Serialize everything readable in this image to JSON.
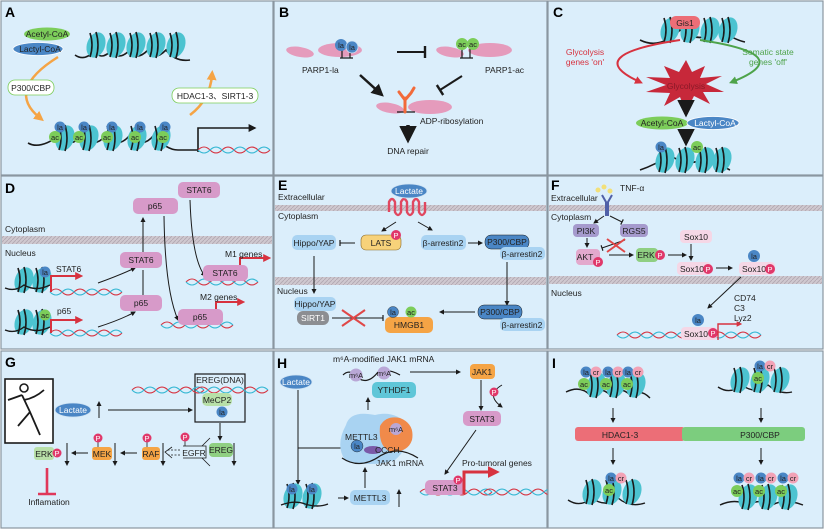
{
  "colors": {
    "panel_bg": "#dbeefb",
    "panel_border": "#8a96a0",
    "histone": "#4cc3d0",
    "dna_line": "#1a1a1a",
    "la_mark": "#4a86c5",
    "ac_mark": "#7ccd5a",
    "cr_mark": "#f2a2b6",
    "pink_protein": "#d79ac9",
    "orange_arrow": "#f5a445",
    "red_arrow": "#d7323f",
    "green_arrow": "#4ea34a",
    "phospho": "#e0386a",
    "membrane": "#c8c2c8",
    "hdac_bar": "#ec6e77",
    "p300_bar": "#7ccd7e"
  },
  "panels": {
    "A": {
      "label": "A",
      "acetyl_coa": "Acetyl-CoA",
      "lactyl_coa": "Lactyl-CoA",
      "writer": "P300/CBP",
      "erasers": "HDAC1-3、SIRT1-3",
      "mark_la": "la",
      "mark_ac": "ac"
    },
    "B": {
      "label": "B",
      "parp_la": "PARP1-la",
      "parp_ac": "PARP1-ac",
      "adp": "ADP-ribosylation",
      "repair": "DNA repair",
      "mark_la": "la",
      "mark_ac": "ac"
    },
    "C": {
      "label": "C",
      "gis1": "Gis1",
      "on_text_1": "Glycolysis",
      "on_text_2": "genes 'on'",
      "off_text_1": "Somatic state",
      "off_text_2": "genes 'off'",
      "glycolysis": "Glycolysis",
      "acetyl_coa": "Acetyl-CoA",
      "lactyl_coa": "Lactyl-CoA",
      "mark_la": "la",
      "mark_ac": "ac"
    },
    "D": {
      "label": "D",
      "cytoplasm": "Cytoplasm",
      "nucleus": "Nucleus",
      "stat6": "STAT6",
      "p65": "p65",
      "m1_genes": "M1 genes",
      "m2_genes": "M2 genes",
      "mark_la": "la",
      "mark_ac": "ac"
    },
    "E": {
      "label": "E",
      "extracellular": "Extracellular",
      "cytoplasm": "Cytoplasm",
      "nucleus": "Nucleus",
      "lactate": "Lactate",
      "lats": "LATS",
      "hippo_yap": "Hippo/YAP",
      "barrestin2": "β-arrestin2",
      "p300": "P300/CBP",
      "sirt1": "SIRT1",
      "hmgb1": "HMGB1",
      "p": "P",
      "mark_la": "la",
      "mark_ac": "ac"
    },
    "F": {
      "label": "F",
      "tnf": "TNF-α",
      "extracellular": "Extracellular",
      "cytoplasm": "Cytoplasm",
      "nucleus": "Nucleus",
      "pi3k": "PI3K",
      "rgs5": "RGS5",
      "akt": "AKT",
      "erk": "ERK",
      "sox10": "Sox10",
      "targets": [
        "CD74",
        "C3",
        "Lyz2"
      ],
      "p": "P",
      "mark_la": "la"
    },
    "G": {
      "label": "G",
      "lactate": "Lactate",
      "ereg_dna": "EREG(DNA)",
      "mecp2": "MeCP2",
      "ereg": "EREG",
      "egfr": "EGFR",
      "raf": "RAF",
      "mek": "MEK",
      "erk": "ERK",
      "inflammation": "Inflamation",
      "p": "P",
      "mark_la": "la"
    },
    "H": {
      "label": "H",
      "m6a_mrna": "m⁶A-modified JAK1 mRNA",
      "m6a": "m⁶A",
      "ythdf1": "YTHDF1",
      "jak1": "JAK1",
      "lactate": "Lactate",
      "mettl3": "METTL3",
      "ccch": "CCCH",
      "jak1_mrna": "JAK1 mRNA",
      "stat3": "STAT3",
      "pro_tumoral": "Pro-tumoral genes",
      "p": "P",
      "mark_la": "la"
    },
    "I": {
      "label": "I",
      "hdac": "HDAC1-3",
      "p300": "P300/CBP",
      "mark_la": "la",
      "mark_ac": "ac",
      "mark_cr": "cr"
    }
  }
}
